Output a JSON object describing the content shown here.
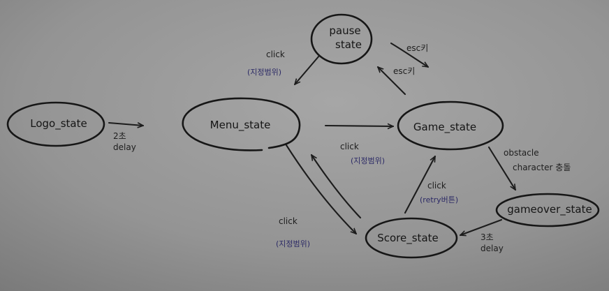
{
  "states": {
    "logo": "Logo_state",
    "menu": "Menu_state",
    "game": "Game_state",
    "pause_line1": "pause",
    "pause_line2": "state",
    "score": "Score_state",
    "gameover": "gameover_state"
  },
  "transitions": {
    "logo_menu_line1": "2초",
    "logo_menu_line2": "delay",
    "pause_menu_click": "click",
    "pause_menu_area": "(지정범위)",
    "pause_game_esc": "esc키",
    "game_pause_esc": "esc키",
    "menu_game_click": "click",
    "menu_game_area": "(지정범위)",
    "score_menu_click": "click",
    "score_menu_area": "(지정범위)",
    "score_game_click": "click",
    "score_game_btn": "(retry버튼)",
    "game_over_line1": "obstacle",
    "game_over_line2": "character 충돌",
    "over_score_line1": "3초",
    "over_score_line2": "delay"
  },
  "colors": {
    "ink": "#161616",
    "blue_ink": "#2c2a66",
    "paper": "#9c9c9c"
  }
}
